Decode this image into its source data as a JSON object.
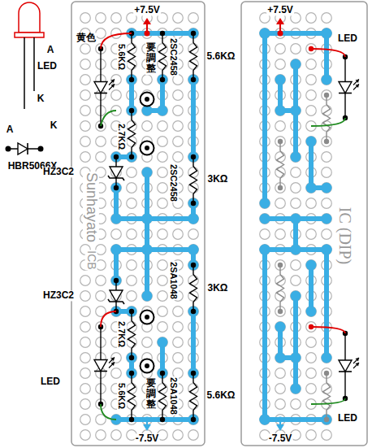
{
  "diagram": {
    "labels": [
      "+7.5V",
      "黄色",
      "要調整",
      "2SC2458",
      "5.6KΩ",
      "A",
      "LED",
      "5.6KΩ",
      "K",
      "2.7KΩ",
      "K",
      "A",
      "HBR5066X",
      "HZ3C2",
      "3KΩ",
      "2SC2458",
      "Sunhayato",
      "2SA1048",
      "HZ3C2",
      "3KΩ",
      "ICB",
      "要調整",
      "LED",
      "5.6KΩ",
      "2.7KΩ",
      "2SA1048",
      "5.6KΩ",
      "-7.5V",
      "+7.5V",
      "LED",
      "IC (DIP)",
      "LED",
      "-7.5V"
    ]
  }
}
